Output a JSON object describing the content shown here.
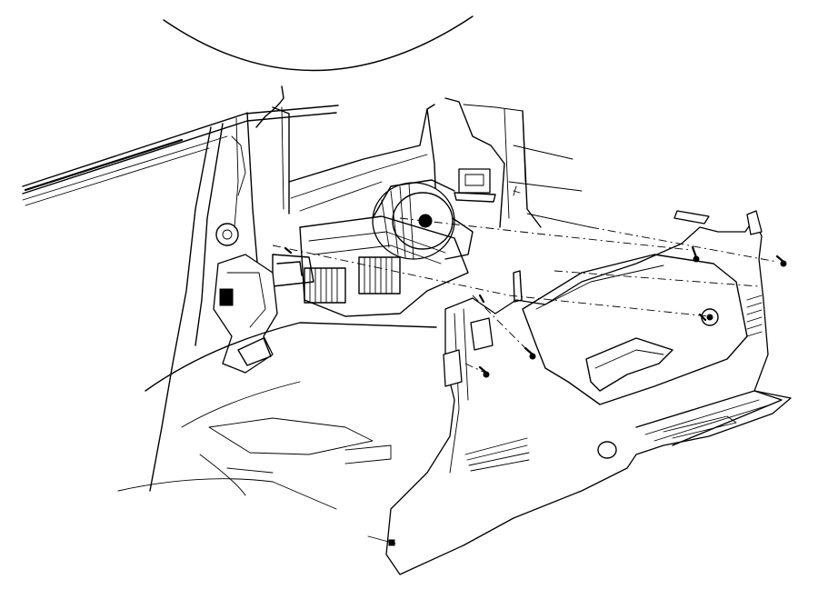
{
  "diagram": {
    "style": "black line art exploded view",
    "colors": {
      "line": "#000000",
      "background": "#ffffff"
    },
    "callout_count": 1,
    "leader_lines": 9
  }
}
